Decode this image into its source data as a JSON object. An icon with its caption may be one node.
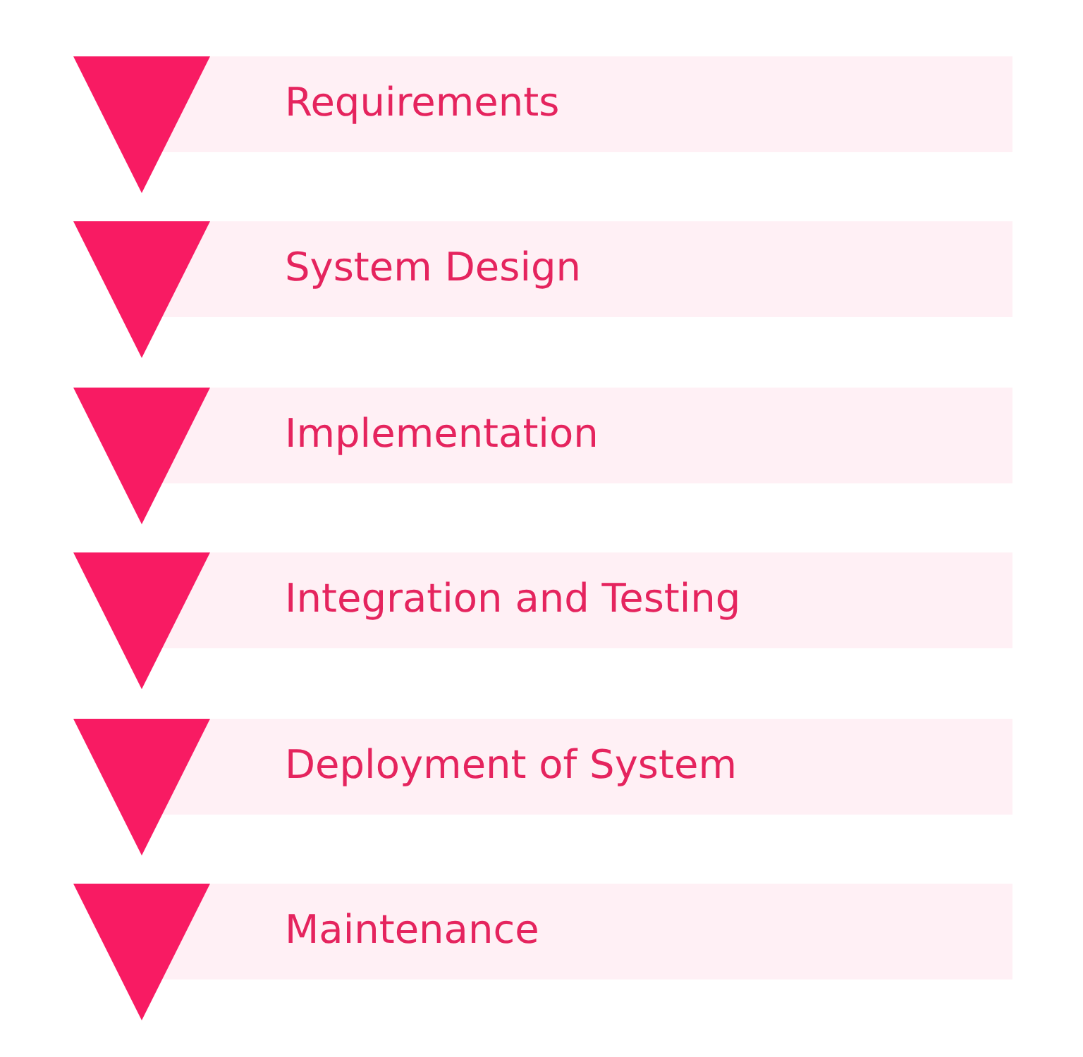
{
  "diagram": {
    "nodes": [
      {
        "text": [
          "Requirements"
        ]
      },
      {
        "text": [
          "System Design"
        ]
      },
      {
        "text": [
          "Implementation"
        ]
      },
      {
        "text": [
          "Integration and Testing"
        ]
      },
      {
        "text": [
          "Deployment of System"
        ]
      },
      {
        "text": [
          "Maintenance"
        ]
      }
    ]
  }
}
